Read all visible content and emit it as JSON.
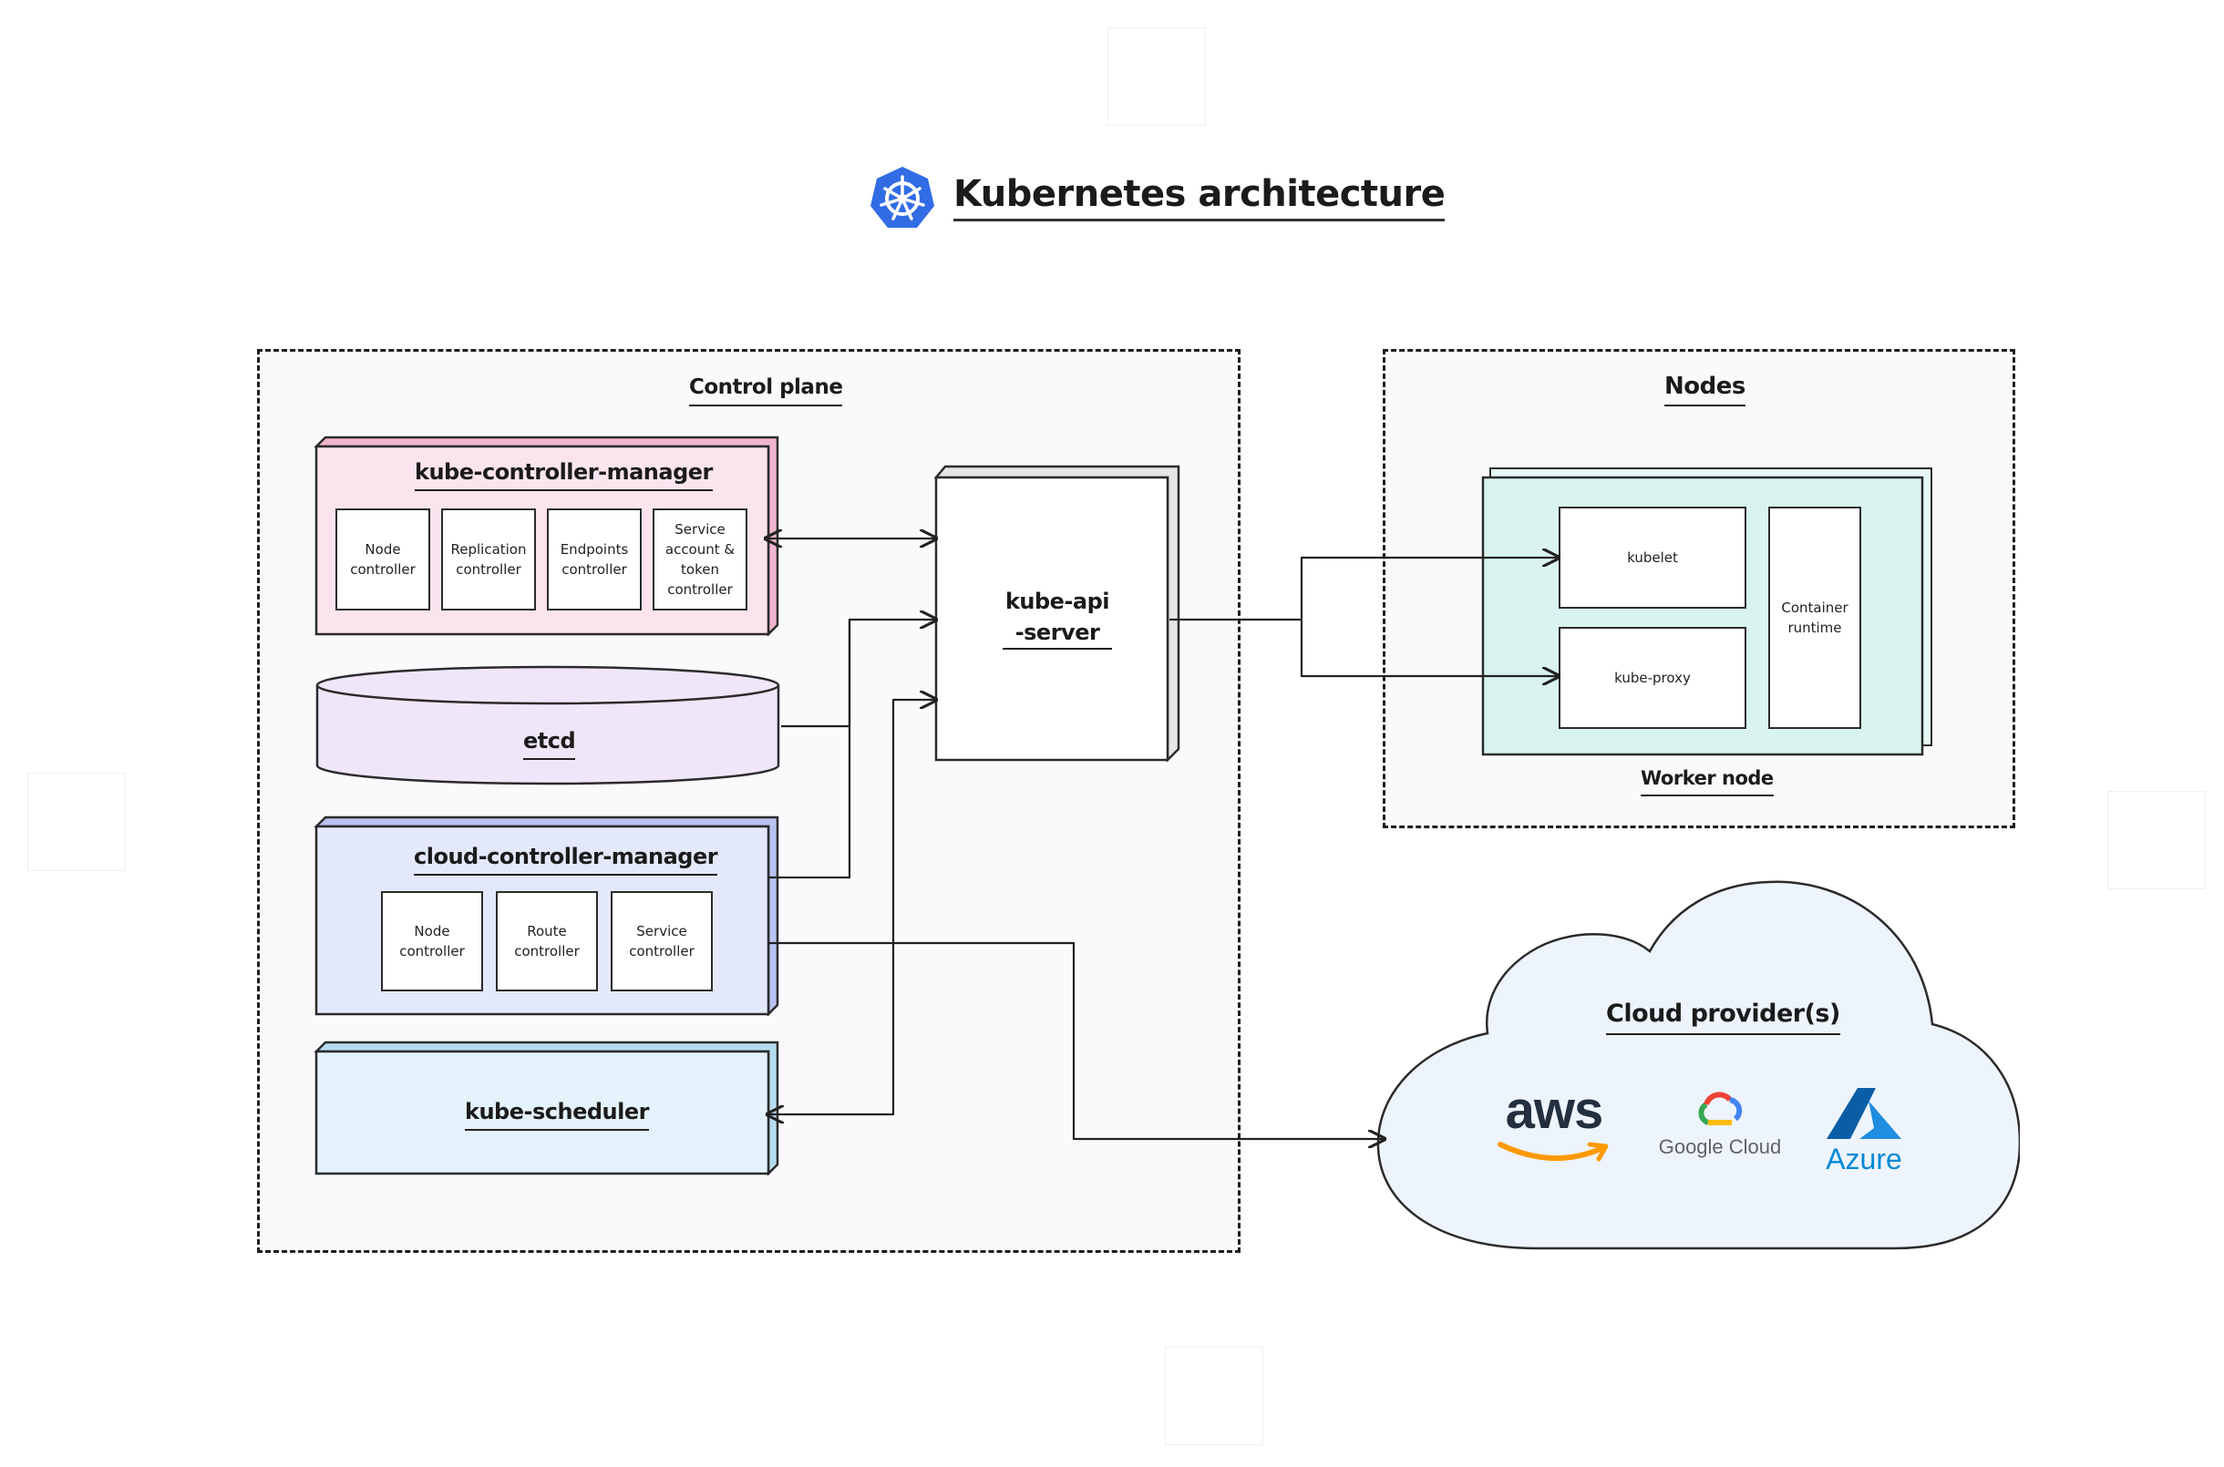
{
  "title": "Kubernetes architecture",
  "control_plane": {
    "label": "Control plane",
    "kube_controller_manager": {
      "label": "kube-controller-manager",
      "items": [
        "Node controller",
        "Replication controller",
        "Endpoints controller",
        "Service account & token controller"
      ]
    },
    "etcd": {
      "label": "etcd"
    },
    "cloud_controller_manager": {
      "label": "cloud-controller-manager",
      "items": [
        "Node controller",
        "Route controller",
        "Service controller"
      ]
    },
    "kube_scheduler": {
      "label": "kube-scheduler"
    },
    "kube_api_server": {
      "label": "kube-api-server"
    }
  },
  "nodes": {
    "label": "Nodes",
    "worker_node": {
      "label": "Worker node",
      "kubelet": "kubelet",
      "kube_proxy": "kube-proxy",
      "container_runtime": "Container runtime"
    }
  },
  "cloud": {
    "label": "Cloud provider(s)",
    "providers": [
      "aws",
      "Google Cloud",
      "Azure"
    ]
  },
  "colors": {
    "kube_blue": "#326ce5",
    "controller_manager": "#fce4ef",
    "etcd": "#efe6fa",
    "cloud_controller": "#e4e8fb",
    "scheduler": "#e4f3fb",
    "worker_node": "#d9f4f0",
    "cloud": "#eef4fe",
    "aws_orange": "#ff9900",
    "azure_blue": "#0089d6"
  }
}
